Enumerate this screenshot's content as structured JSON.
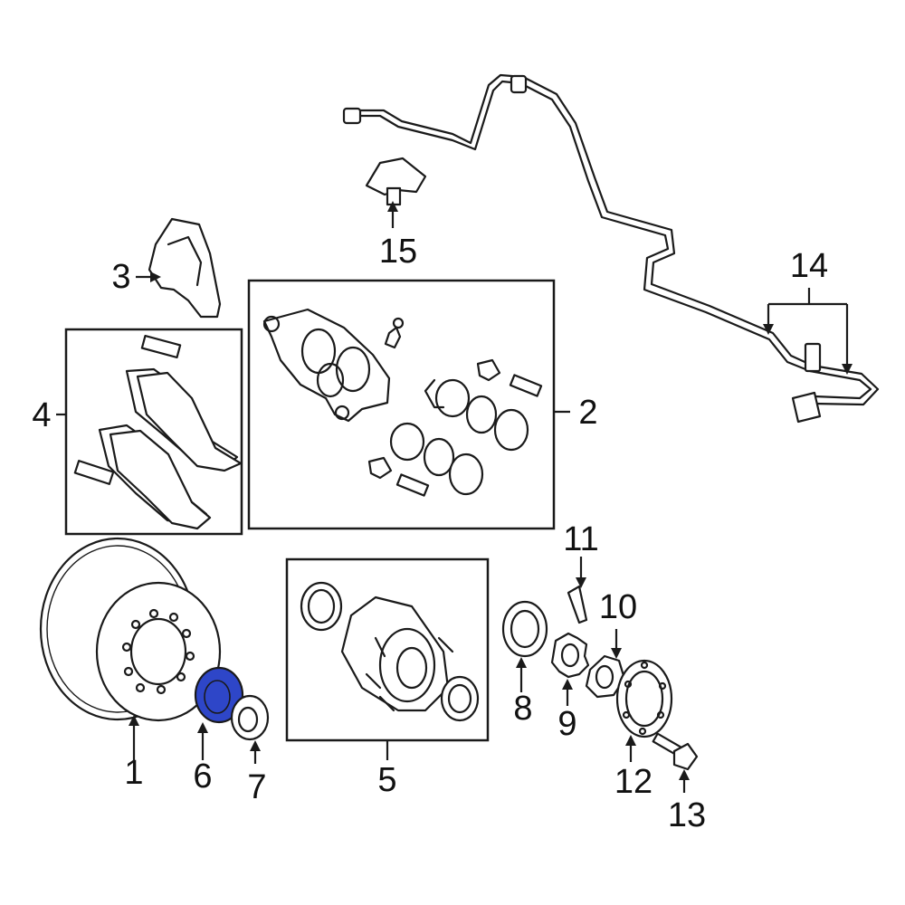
{
  "colors": {
    "line": "#1a1a1a",
    "highlight": "#2e46c8",
    "background": "#ffffff"
  },
  "callouts": {
    "c1": "1",
    "c2": "2",
    "c3": "3",
    "c4": "4",
    "c5": "5",
    "c6": "6",
    "c7": "7",
    "c8": "8",
    "c9": "9",
    "c10": "10",
    "c11": "11",
    "c12": "12",
    "c13": "13",
    "c14": "14",
    "c15": "15"
  },
  "highlighted_part": "6"
}
